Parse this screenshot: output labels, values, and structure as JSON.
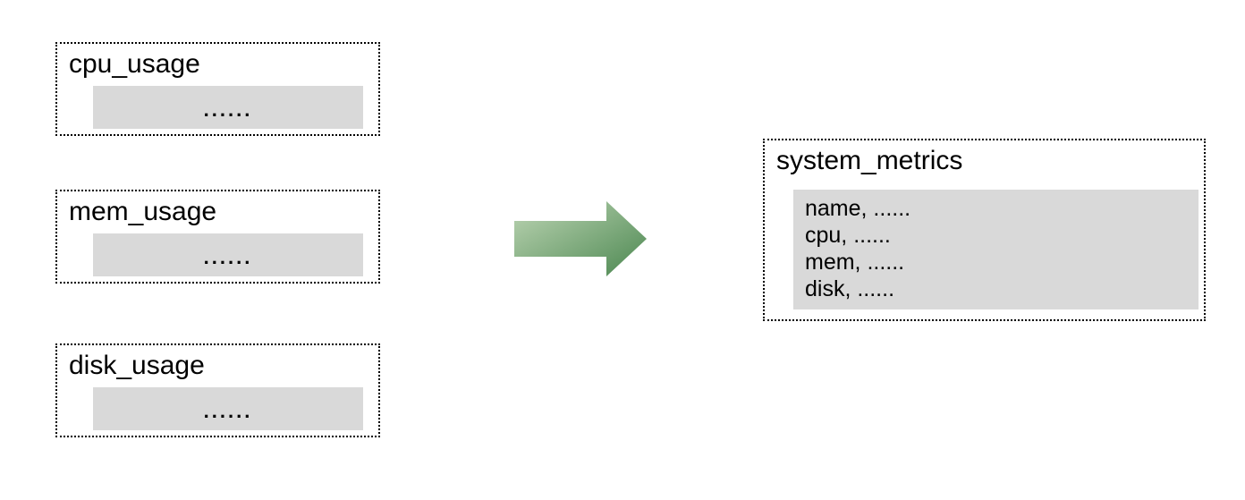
{
  "diagram": {
    "description": "Three metric tables merged into one system_metrics table",
    "background_color": "#ffffff",
    "panel_fill_color": "#d9d9d9",
    "border_color": "#000000",
    "sources": [
      {
        "title": "cpu_usage",
        "dots": "......"
      },
      {
        "title": "mem_usage",
        "dots": "......"
      },
      {
        "title": "disk_usage",
        "dots": "......"
      }
    ],
    "arrow": {
      "direction": "right",
      "gradient_start": "#bdd5b4",
      "gradient_end": "#4b8750"
    },
    "target": {
      "title": "system_metrics",
      "rows": [
        "name, ......",
        "cpu, ......",
        "mem, ......",
        "disk, ......"
      ]
    }
  }
}
